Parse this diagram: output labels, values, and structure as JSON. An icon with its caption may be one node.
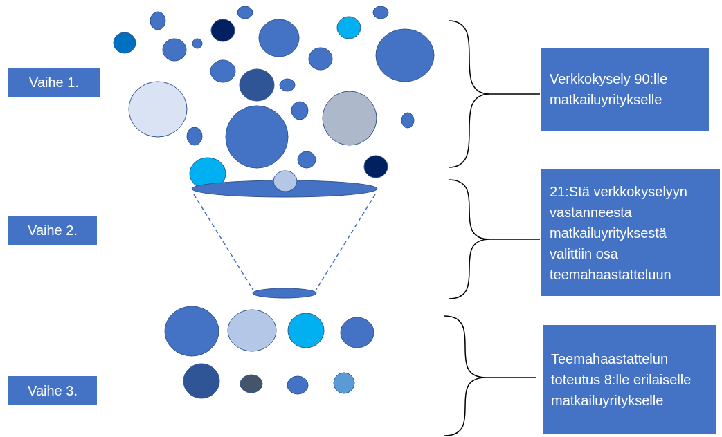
{
  "diagram": {
    "nodes": [
      {
        "text": [
          "Vaihe 1."
        ]
      },
      {
        "text": [
          "Vaihe 2."
        ]
      },
      {
        "text": [
          "Vaihe 3."
        ]
      },
      {
        "text": [
          "Verkkokysely 90:lle matkailuyritykselle"
        ]
      },
      {
        "text": [
          "21:Stä verkkokyselyyn vastanneesta matkailuyrityksestä valittiin osa teemahaastatteluun"
        ]
      },
      {
        "text": [
          "Teemahaastattelun toteutus 8:lle erilaiselle matkailuyritykselle"
        ]
      }
    ]
  }
}
